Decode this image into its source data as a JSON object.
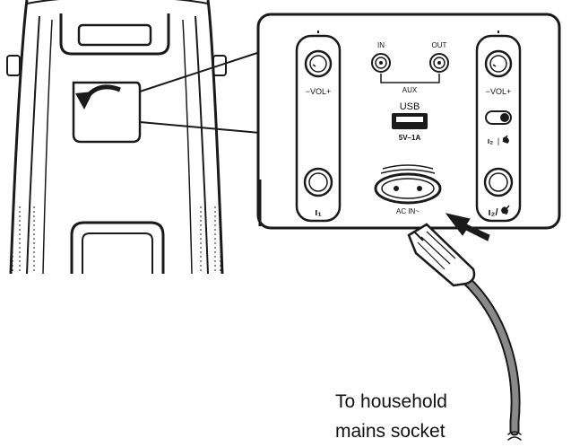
{
  "panel": {
    "aux_group_label": "AUX",
    "aux_in_label": "IN",
    "aux_out_label": "OUT",
    "usb_label": "USB",
    "usb_rating": "5V–1A",
    "ac_in_label": "AC IN~",
    "left_vol_label": "−VOL+",
    "right_vol_label": "−VOL+",
    "left_jack_symbol": "ı₁",
    "right_jack_symbol": "ı₂/"
  },
  "caption": {
    "line1": "To household",
    "line2": "mains socket"
  },
  "icons": [
    "rotate-arrow-icon",
    "insert-arrow-icon",
    "mic-guitar-toggle-icon",
    "guitar-icon",
    "mic-icon"
  ],
  "colors": {
    "line": "#1a1a1a",
    "background": "#ffffff",
    "cable": "#8a8a8a"
  }
}
